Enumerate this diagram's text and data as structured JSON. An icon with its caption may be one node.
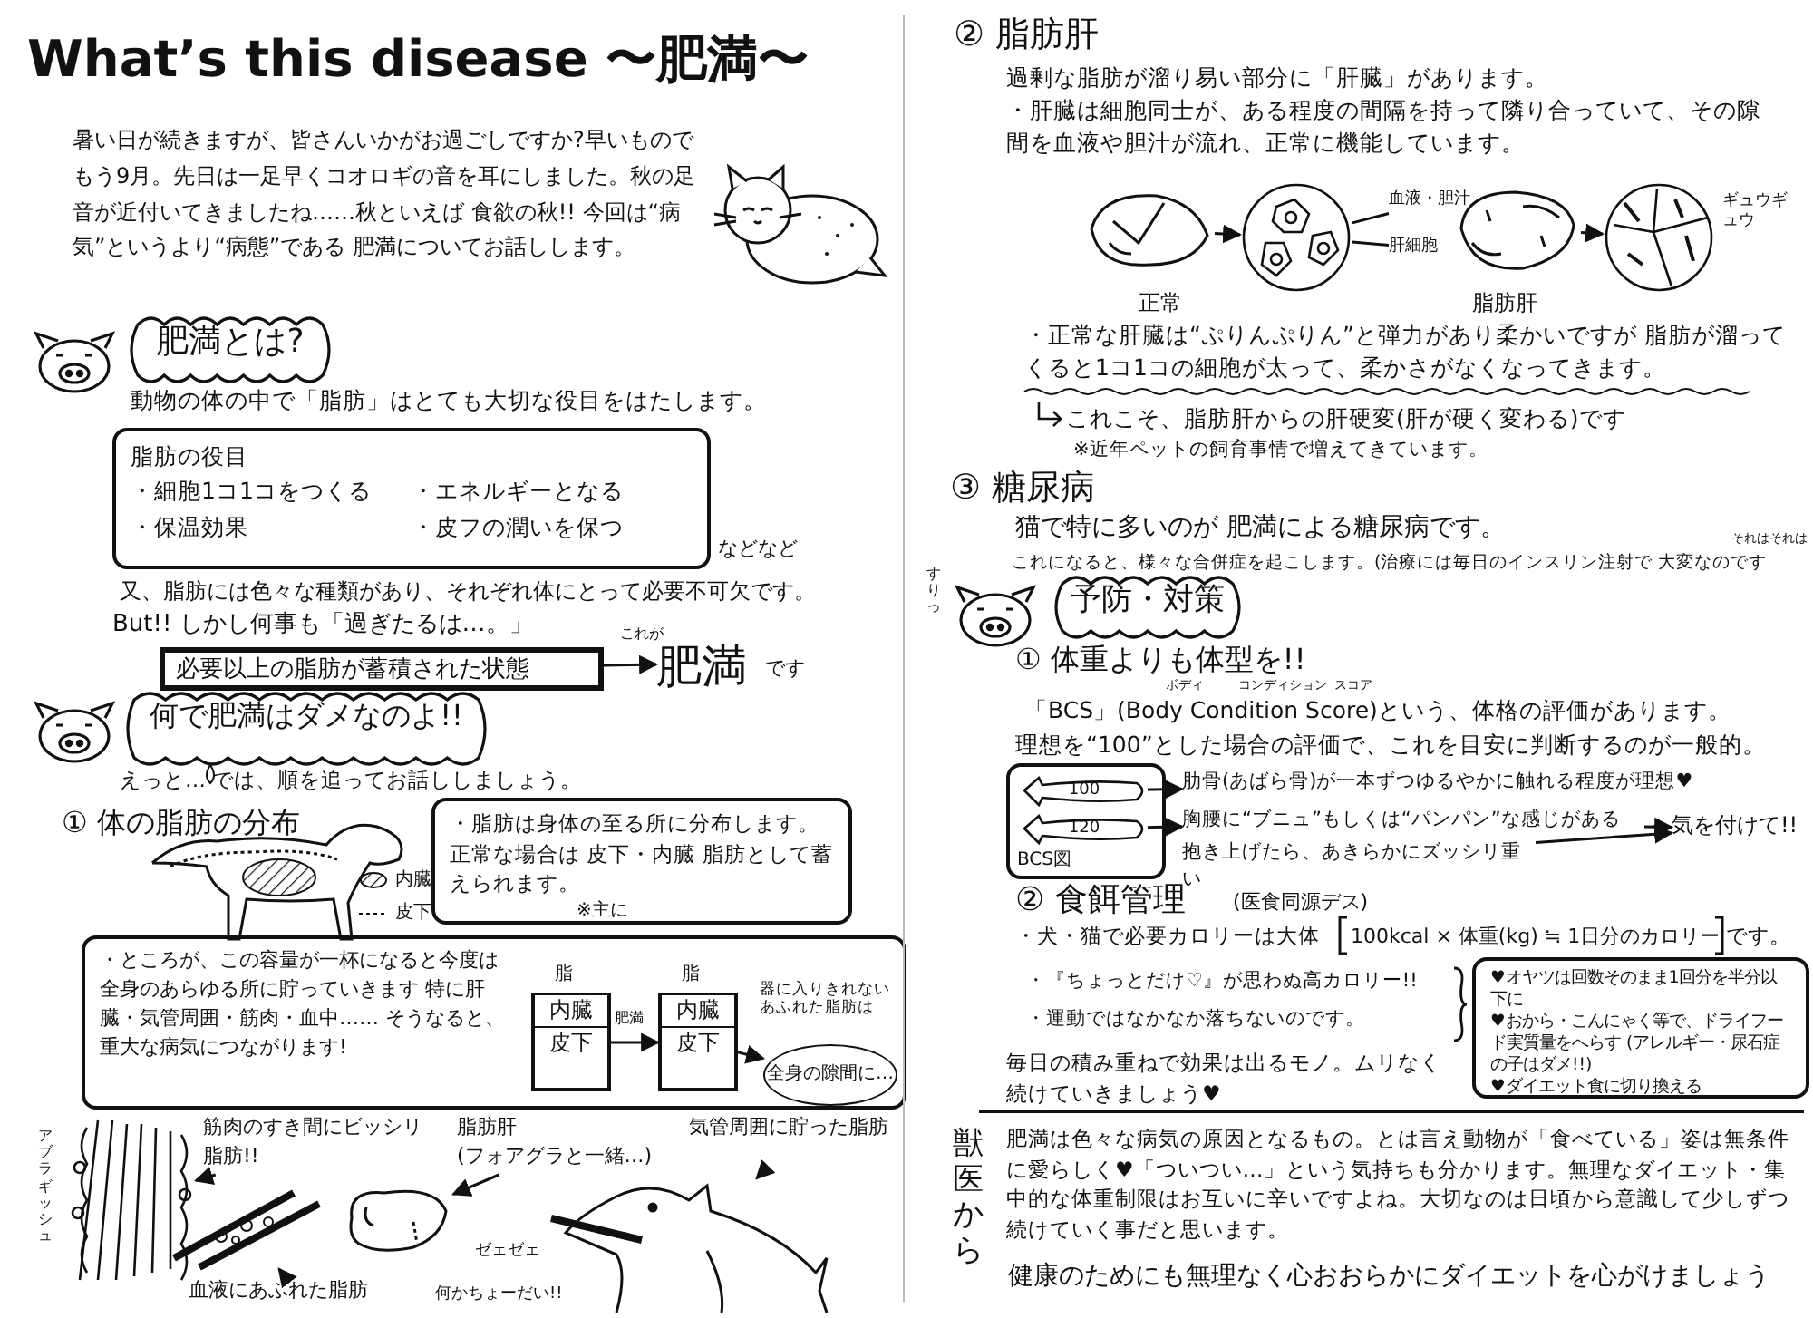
{
  "diagram": {
    "title": "What’s this disease 〜肥満〜",
    "nodes": [
      {
        "text": [
          "肥満とは?"
        ]
      },
      {
        "text": [
          "脂肪の役目",
          "・細胞1コ1コをつくる",
          "・エネルギーとなる",
          "・保温効果",
          "・皮フの潤いを保つ"
        ],
        "beside": [
          "などなど"
        ]
      },
      {
        "text": [
          "必要以上の脂肪が蓄積された状態"
        ]
      },
      {
        "text": [
          "肥満"
        ],
        "beside": [
          "です"
        ]
      },
      {
        "text": [
          "何で肥満はダメなのよ!!"
        ]
      },
      {
        "text": [
          "・脂肪は身体の至る所に分布します。正常な場合は 皮下・内臓 脂肪として蓄えられます。",
          "※主に"
        ]
      },
      {
        "text": [
          "・ところが、この容量が一杯になると今度は全身のあらゆる所に貯っていきます 特に肝臓・気管周囲・筋肉・血中…… そうなると、重大な病気につながります!"
        ]
      },
      {
        "text": [
          "内臓",
          "皮下"
        ],
        "in": 6,
        "beside": [
          "脂"
        ]
      },
      {
        "text": [
          "内臓",
          "皮下"
        ],
        "in": 6,
        "beside": [
          "脂"
        ]
      },
      {
        "text": [
          "全身の隙間に…"
        ],
        "in": 6,
        "beside": [
          "器に入りきれないあふれた脂肪は"
        ]
      },
      {
        "text": [
          "筋肉のすき間にビッシリ脂肪!!"
        ]
      },
      {
        "text": [],
        "shape": "picture",
        "beside": [
          "アブラギッシュ"
        ]
      },
      {
        "text": [
          "血液にあふれた脂肪"
        ]
      },
      {
        "text": [],
        "shape": "picture"
      },
      {
        "text": [
          "脂肪肝",
          "(フォアグラと一緒…)"
        ]
      },
      {
        "text": [],
        "shape": "picture"
      },
      {
        "text": [
          "気管周囲に貯った脂肪"
        ]
      },
      {
        "text": [],
        "shape": "picture"
      },
      {
        "text": [],
        "shape": "picture",
        "beside": [
          "正常"
        ]
      },
      {
        "text": [],
        "shape": "picture"
      },
      {
        "text": [
          "血液・胆汁"
        ]
      },
      {
        "text": [
          "肝細胞"
        ]
      },
      {
        "text": [],
        "shape": "picture",
        "beside": [
          "脂肪肝"
        ]
      },
      {
        "text": [],
        "shape": "picture",
        "beside": [
          "ギュウギュウ"
        ]
      },
      {
        "text": [
          "予防・対策"
        ]
      },
      {
        "text": [
          "BCS図"
        ]
      },
      {
        "text": [
          "100"
        ],
        "in": 25
      },
      {
        "text": [
          "120"
        ],
        "in": 25
      },
      {
        "text": [
          "肋骨(あばら骨)が一本ずつゆるやかに触れる程度が理想♥"
        ]
      },
      {
        "text": [
          "胸腰に“ブニュ”もしくは“パンパン”な感じがある"
        ]
      },
      {
        "text": [
          "抱き上げたら、あきらかにズッシリ重い"
        ]
      },
      {
        "text": [
          "気を付けて!!"
        ]
      },
      {
        "text": [
          "♥オヤツは回数そのまま1回分を半分以下に",
          "♥おから・こんにゃく等で、ドライフード実質量をへらす (アレルギー・尿石症の子はダメ!!)",
          "♥ダイエット食に切り換える"
        ]
      }
    ],
    "edges": [
      {
        "from": 2,
        "to": 3,
        "arrow": "to",
        "label": "これが"
      },
      {
        "from": 7,
        "to": 8,
        "arrow": "to",
        "label": "肥満"
      },
      {
        "from": 8,
        "to": 9,
        "arrow": "to"
      },
      {
        "from": 10,
        "to": 11,
        "arrow": "to"
      },
      {
        "from": 12,
        "to": 13,
        "arrow": "to"
      },
      {
        "from": 14,
        "to": 15,
        "arrow": "to"
      },
      {
        "from": 16,
        "to": 17,
        "arrow": "to"
      },
      {
        "from": 18,
        "to": 19,
        "arrow": "to"
      },
      {
        "from": 20,
        "to": 19,
        "arrow": "none"
      },
      {
        "from": 21,
        "to": 19,
        "arrow": "none"
      },
      {
        "from": 22,
        "to": 23,
        "arrow": "to"
      },
      {
        "from": 26,
        "to": 28,
        "arrow": "to"
      },
      {
        "from": 27,
        "to": 29,
        "arrow": "to"
      },
      {
        "from": 29,
        "to": 31,
        "arrow": "to"
      },
      {
        "from": 30,
        "to": 31,
        "arrow": "to"
      }
    ],
    "labels": [
      "暑い日が続きますが、皆さんいかがお過ごしですか?早いものでもう9月。先日は一足早くコオロギの音を耳にしました。秋の足音が近付いてきましたね……秋といえば 食欲の秋!! 今回は“病気”というより“病態”である 肥満についてお話しします。",
      "動物の体の中で「脂肪」はとても大切な役目をはたします。",
      "又、脂肪には色々な種類があり、それぞれ体にとって必要不可欠です。",
      "But!! しかし何事も「過ぎたるは…。」",
      "えっと… では、順を追ってお話ししましょう。",
      "① 体の脂肪の分布",
      "ゼェゼェ",
      "何かちょーだい!!",
      "② 脂肪肝",
      "過剰な脂肪が溜り易い部分に「肝臓」があります。",
      "・肝臓は細胞同士が、ある程度の間隔を持って隣り合っていて、その隙間を血液や胆汁が流れ、正常に機能しています。",
      "・正常な肝臓は“ぷりんぷりん”と弾力があり柔かいですが 脂肪が溜ってくると1コ1コの細胞が太って、柔かさがなくなってきます。",
      "これこそ、脂肪肝からの肝硬変(肝が硬く変わる)です",
      "※近年ペットの飼育事情で増えてきています。",
      "③ 糖尿病",
      "猫で特に多いのが 肥満による糖尿病です。",
      "これになると、様々な合併症を起こします。(治療には毎日のインスリン注射で 大変なのです",
      "それはそれは",
      "すりっ",
      "① 体重よりも体型を!!",
      "ボディ",
      "コンディション",
      "スコア",
      "「BCS」(Body Condition Score)という、体格の評価があります。",
      "理想を“100”とした場合の評価で、これを目安に判断するのが一般的。",
      "② 食餌管理",
      "(医食同源デス)",
      "・犬・猫で必要カロリーは大体",
      "100kcal × 体重(kg) ≒ 1日分のカロリー",
      "です。",
      "・『ちょっとだけ♡』が思わぬ高カロリー!!",
      "・運動ではなかなか落ちないのです。",
      "毎日の積み重ねで効果は出るモノ。ムリなく続けていきましょう♥",
      "獣医から",
      "肥満は色々な病気の原因となるもの。とは言え動物が「食べている」姿は無条件に愛らしく♥「ついつい…」という気持ちも分かります。無理なダイエット・集中的な体重制限はお互いに辛いですよね。大切なのは日頃から意識して少しずつ続けていく事だと思います。",
      "健康のためにも無理なく心おおらかにダイエットを心がけましょう"
    ],
    "legend": [
      {
        "text": "内臓"
      },
      {
        "text": "皮下"
      }
    ]
  }
}
